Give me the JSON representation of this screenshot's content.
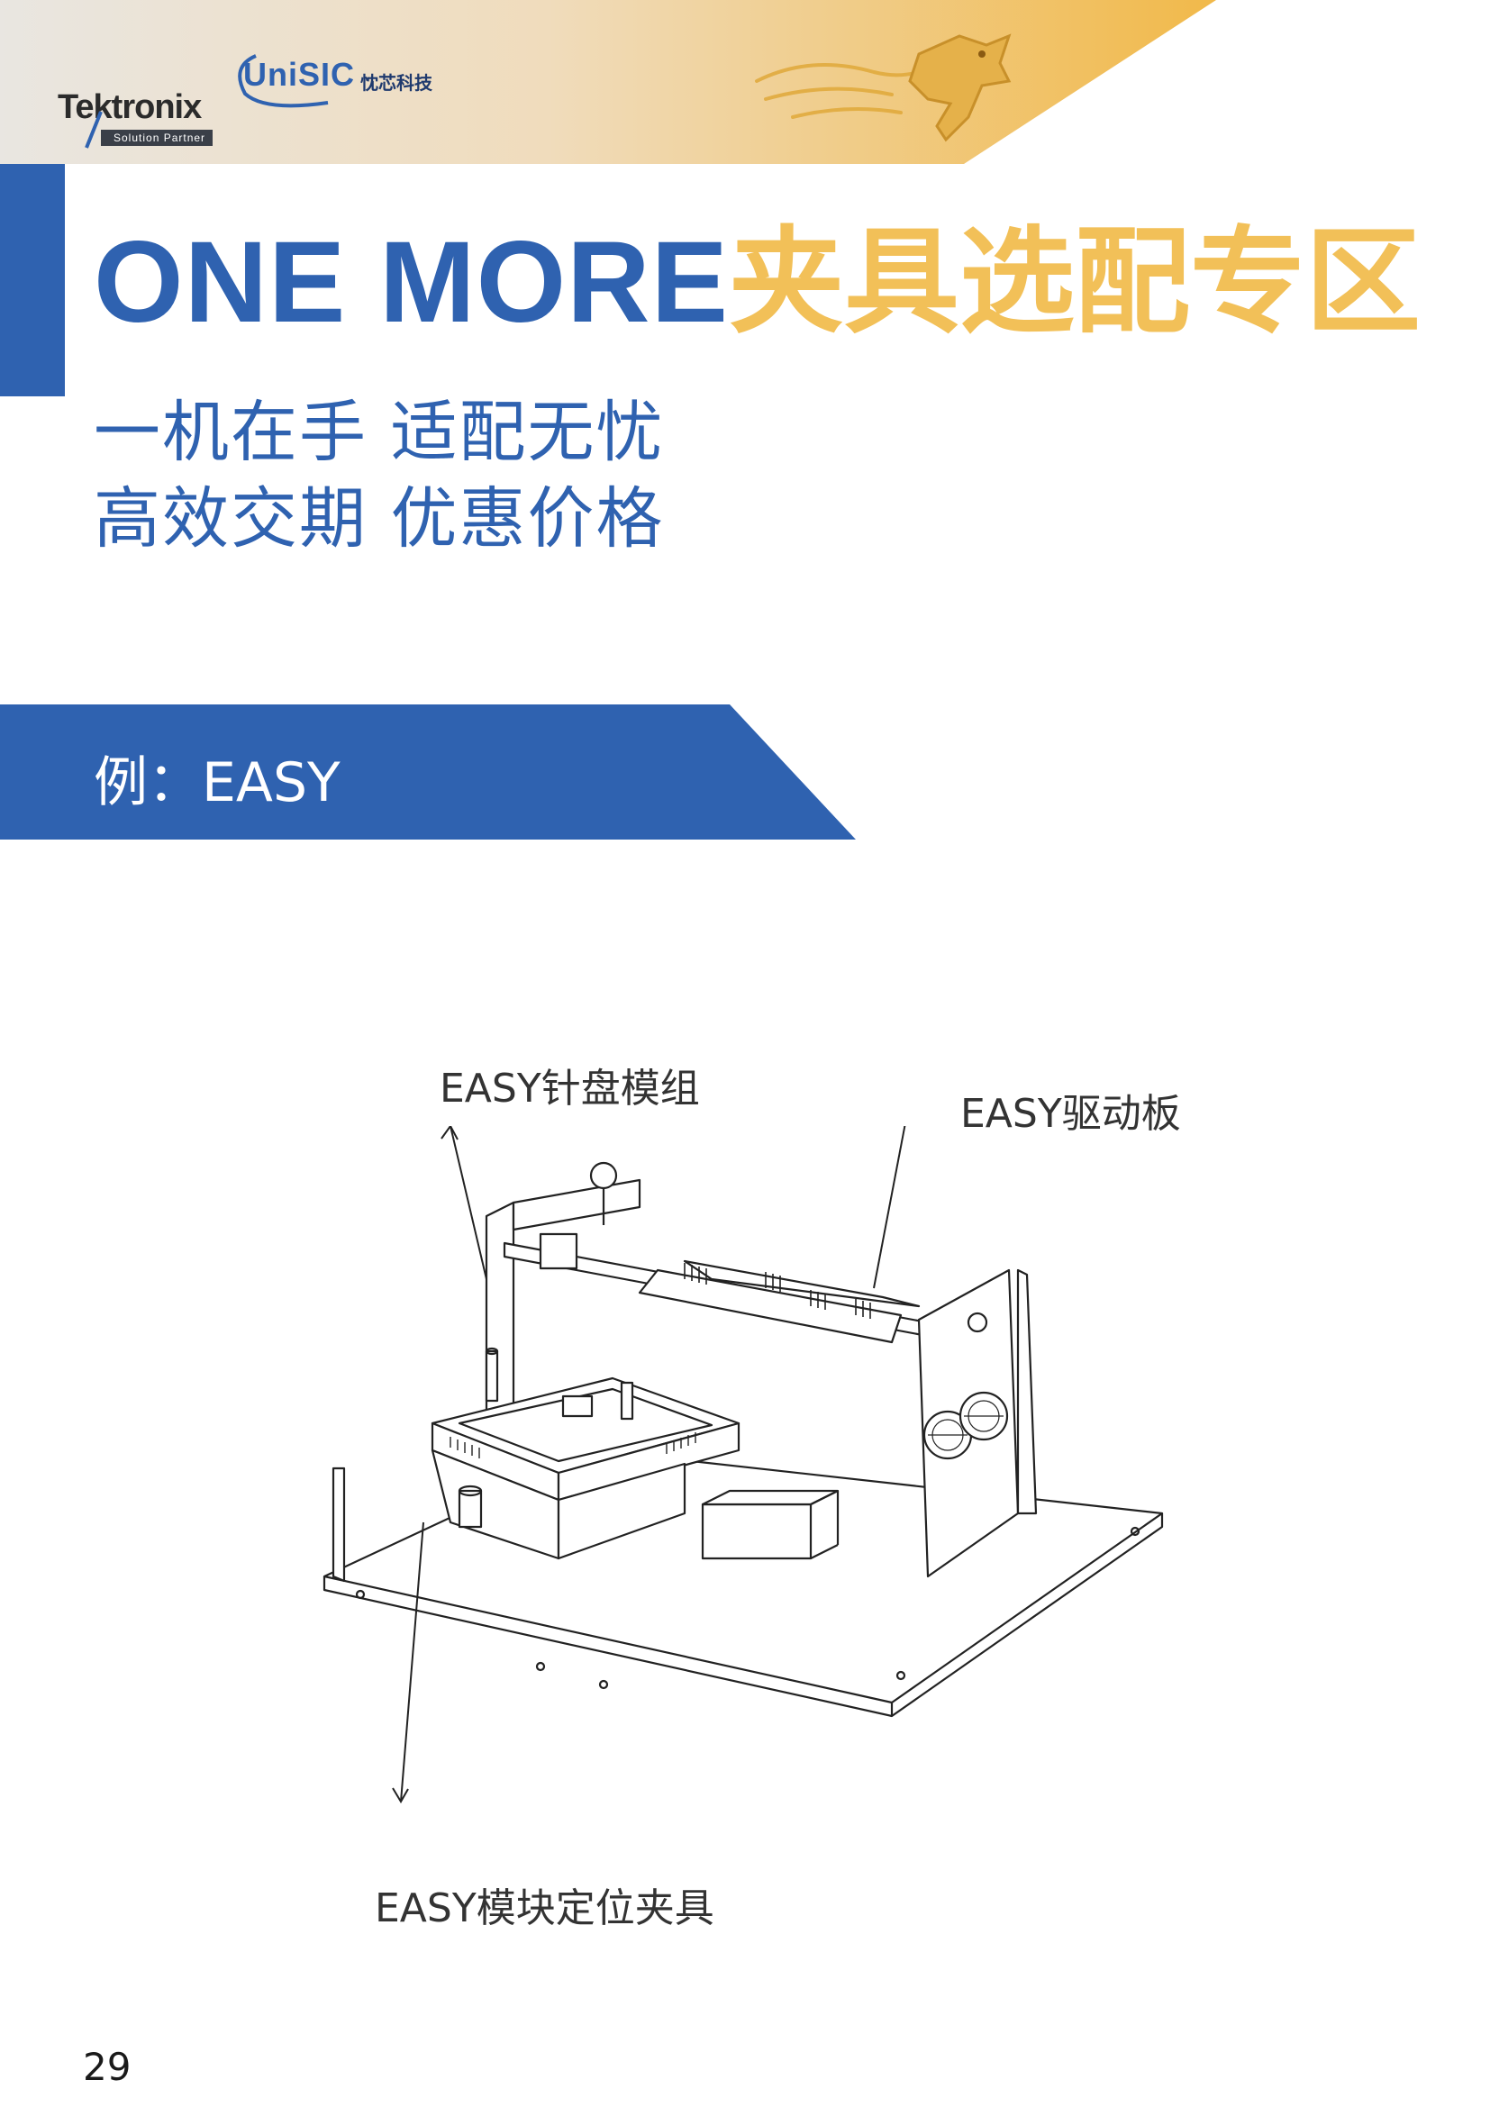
{
  "header": {
    "tektronix_logo": "Tektronix",
    "tektronix_partner": "Solution Partner",
    "unisic_logo": "UniSIC",
    "unisic_cn": "忱芯科技",
    "mascot_icon": "golden-horse-icon",
    "banner_colors": {
      "start": "#e9e6e1",
      "end": "#f1b94a"
    }
  },
  "title": {
    "en": "ONE MORE",
    "cn": "夹具选配专区",
    "en_color": "#2f62b0",
    "cn_color": "#f2c058"
  },
  "taglines": [
    "一机在手 适配无忧",
    "高效交期 优惠价格"
  ],
  "example_band": {
    "label": "例：EASY",
    "color": "#2f62b0"
  },
  "diagram": {
    "icon": "easy-test-fixture-drawing",
    "callouts": {
      "pins": "EASY针盘模组",
      "driver": "EASY驱动板",
      "fixture": "EASY模块定位夹具"
    }
  },
  "page_number": "29"
}
